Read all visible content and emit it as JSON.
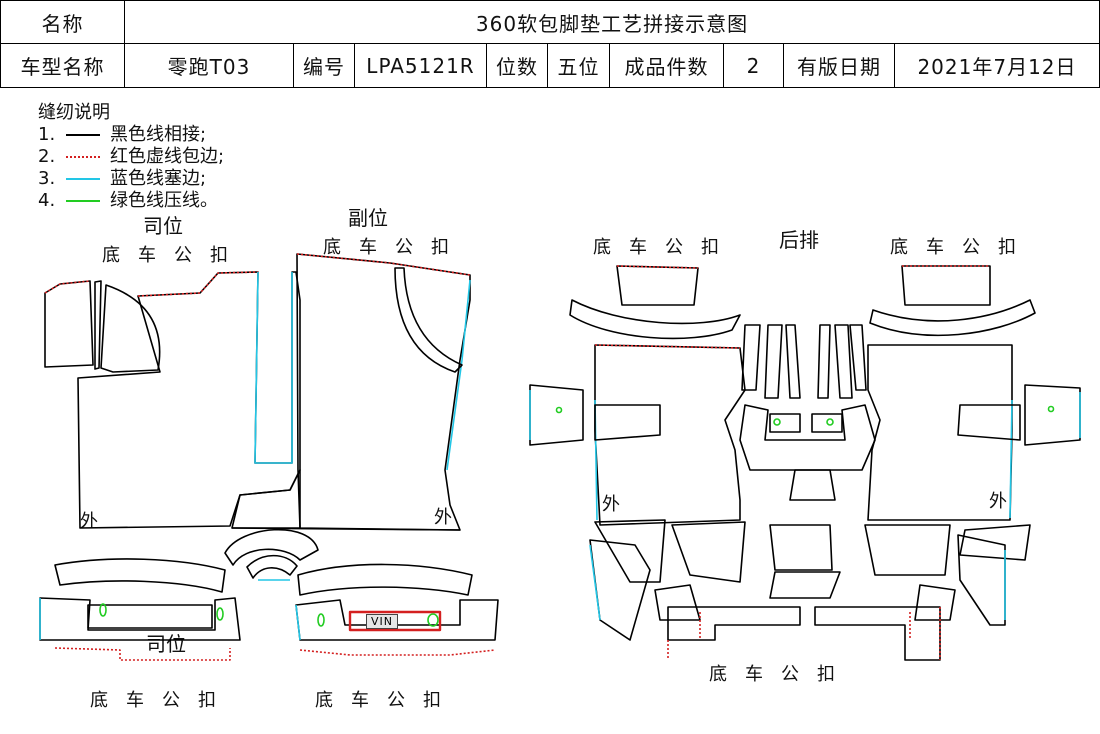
{
  "header": {
    "name_label": "名称",
    "title": "360软包脚垫工艺拼接示意图",
    "model_label": "车型名称",
    "model_value": "零跑T03",
    "code_label": "编号",
    "code_value": "LPA5121R",
    "seats_label": "位数",
    "seats_value": "五位",
    "pieces_label": "成品件数",
    "pieces_value": "2",
    "date_label": "有版日期",
    "date_value": "2021年7月12日"
  },
  "legend": {
    "title": "缝纫说明",
    "items": [
      {
        "num": "1.",
        "text": "黑色线相接;",
        "color": "#000000",
        "style": "solid"
      },
      {
        "num": "2.",
        "text": "红色虚线包边;",
        "color": "#d42020",
        "style": "dotted"
      },
      {
        "num": "3.",
        "text": "蓝色线塞边;",
        "color": "#22c6e6",
        "style": "solid"
      },
      {
        "num": "4.",
        "text": "绿色线压线。",
        "color": "#22cc22",
        "style": "solid"
      }
    ]
  },
  "sections": {
    "driver": "司位",
    "passenger": "副位",
    "rear": "后排",
    "driver_bottom": "司位"
  },
  "labels": {
    "clip": "底车公扣",
    "outer": "外",
    "vin": "VIN"
  },
  "colors": {
    "line": "#000000",
    "hem": "#d42020",
    "tuck": "#22c6e6",
    "press": "#22cc22"
  }
}
